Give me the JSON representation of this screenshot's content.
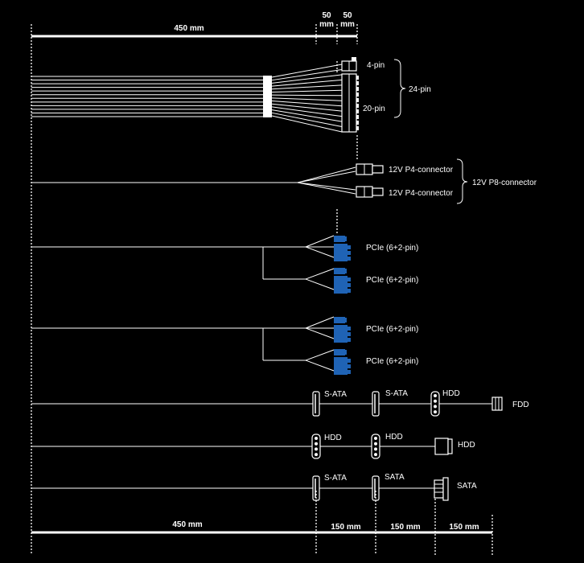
{
  "colors": {
    "background": "#000000",
    "line": "#ffffff",
    "pcie": "#1f63b5"
  },
  "dimensions": {
    "top": {
      "main": "450 mm",
      "seg1_top": "50",
      "seg1_bot": "mm",
      "seg2_top": "50",
      "seg2_bot": "mm"
    },
    "bottom": {
      "main": "450 mm",
      "seg1": "150 mm",
      "seg2": "150 mm",
      "seg3": "150 mm"
    }
  },
  "atx": {
    "pin4": "4-pin",
    "pin20": "20-pin",
    "pin24": "24-pin"
  },
  "cpu": {
    "p4_a": "12V P4-connector",
    "p4_b": "12V P4-connector",
    "p8": "12V P8-connector"
  },
  "pcie": {
    "c1": "PCIe (6+2-pin)",
    "c2": "PCIe (6+2-pin)",
    "c3": "PCIe (6+2-pin)",
    "c4": "PCIe (6+2-pin)"
  },
  "cable1": {
    "c1": "S-ATA",
    "c2": "S-ATA",
    "c3": "HDD",
    "c4": "FDD"
  },
  "cable2": {
    "c1": "HDD",
    "c2": "HDD",
    "c3": "HDD"
  },
  "cable3": {
    "c1": "S-ATA",
    "c2": "SATA",
    "c3": "SATA"
  }
}
